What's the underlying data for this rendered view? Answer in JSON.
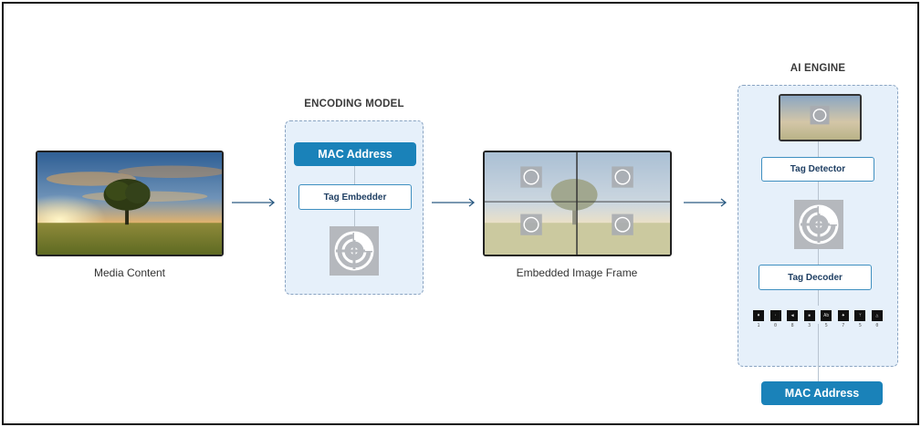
{
  "media": {
    "caption": "Media Content"
  },
  "encoding": {
    "title": "ENCODING MODEL",
    "mac_label": "MAC Address",
    "embedder_label": "Tag Embedder"
  },
  "embedded": {
    "caption": "Embedded Image Frame"
  },
  "ai": {
    "title": "AI ENGINE",
    "detector_label": "Tag Detector",
    "decoder_label": "Tag Decoder",
    "output_label": "MAC Address",
    "bits": [
      {
        "glyph": "♦",
        "num": "1"
      },
      {
        "glyph": "·",
        "num": "0"
      },
      {
        "glyph": "◀",
        "num": "8"
      },
      {
        "glyph": "▪",
        "num": "3"
      },
      {
        "glyph": "Ab",
        "num": "5"
      },
      {
        "glyph": "♠",
        "num": "7"
      },
      {
        "glyph": "ᛘ",
        "num": "5"
      },
      {
        "glyph": "△",
        "num": "0"
      }
    ]
  },
  "colors": {
    "accent": "#1a82b9",
    "panel_bg": "#e6f0fa",
    "panel_border": "#8aa4c2",
    "arrow": "#2a5a82"
  }
}
